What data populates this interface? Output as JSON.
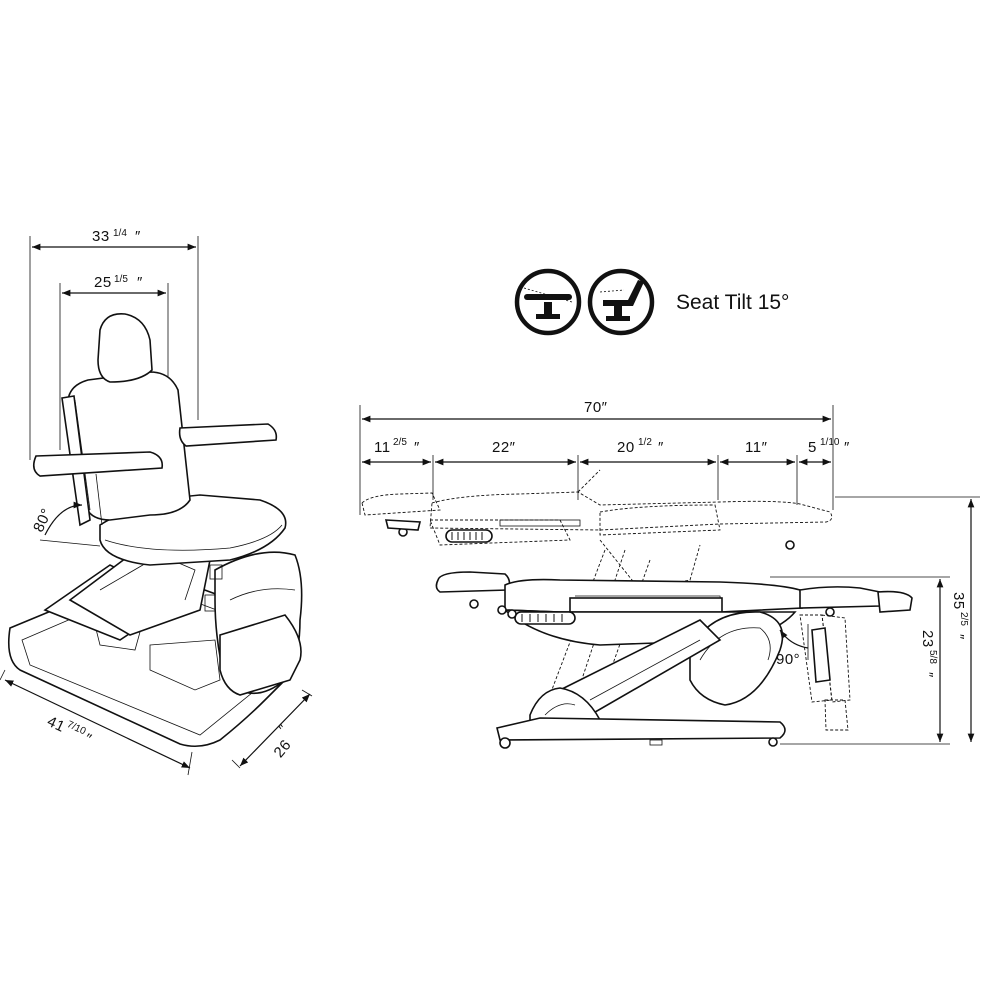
{
  "front_view": {
    "outer_width": "33",
    "outer_width_frac": "1/4",
    "inner_width": "25",
    "inner_width_frac": "1/5",
    "back_angle": "80°",
    "length": "41",
    "length_frac": "7/10",
    "depth": "26"
  },
  "side_view": {
    "overall_length": "70″",
    "seg1": "11",
    "seg1_frac": "2/5",
    "seg2": "22″",
    "seg3": "20",
    "seg3_frac": "1/2",
    "seg4": "11″",
    "seg5": "5",
    "seg5_frac": "1/10",
    "leg_angle": "90°",
    "height_low": "23",
    "height_low_frac": "5/8",
    "height_high": "35",
    "height_high_frac": "2/5"
  },
  "legend": {
    "title": "Seat Tilt 15°",
    "icons": [
      "seat-tilt-flat-icon",
      "seat-tilt-recline-icon"
    ]
  }
}
